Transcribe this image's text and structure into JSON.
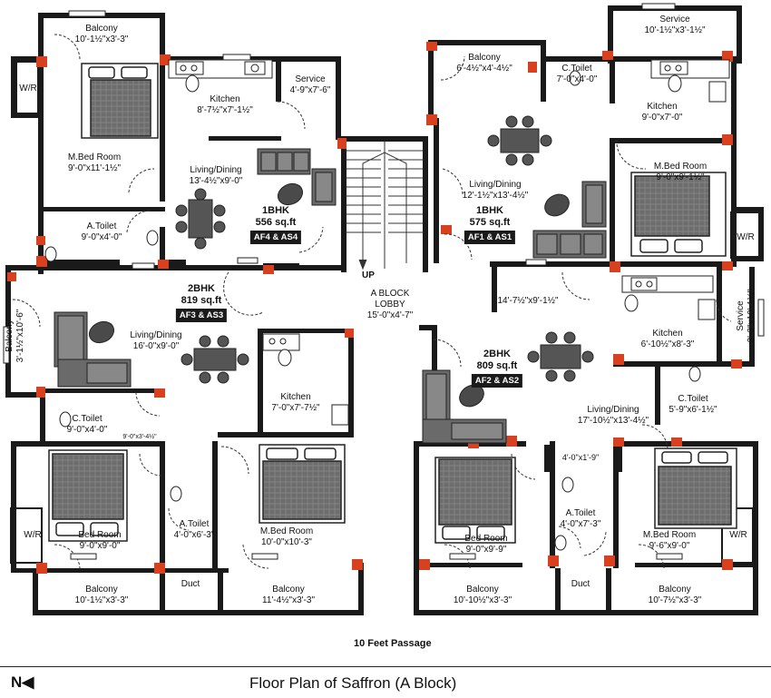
{
  "title": "Floor Plan of Saffron (A Block)",
  "north_label": "N",
  "passage": "10 Feet Passage",
  "stair_label": "UP",
  "lobby": {
    "name": "A BLOCK\nLOBBY",
    "dim": "15'-0\"x4'-7\""
  },
  "units": [
    {
      "type": "1BHK",
      "area": "556 sq.ft",
      "tag": "AF4 & AS4"
    },
    {
      "type": "1BHK",
      "area": "575 sq.ft",
      "tag": "AF1 & AS1"
    },
    {
      "type": "2BHK",
      "area": "819 sq.ft",
      "tag": "AF3 & AS3"
    },
    {
      "type": "2BHK",
      "area": "809 sq.ft",
      "tag": "AF2 & AS2"
    }
  ],
  "rooms": {
    "tl_balcony": {
      "name": "Balcony",
      "dim": "10'-1½\"x3'-3\""
    },
    "tl_kitchen": {
      "name": "Kitchen",
      "dim": "8'-7½\"x7'-1½\""
    },
    "tl_service": {
      "name": "Service",
      "dim": "4'-9\"x7'-6\""
    },
    "tl_wr": {
      "name": "W/R"
    },
    "tl_mbed": {
      "name": "M.Bed Room",
      "dim": "9'-0\"x11'-1½\""
    },
    "tl_living": {
      "name": "Living/Dining",
      "dim": "13'-4½\"x9'-0\""
    },
    "tl_atoilet": {
      "name": "A.Toilet",
      "dim": "9'-0\"x4'-0\""
    },
    "tr_balcony": {
      "name": "Balcony",
      "dim": "6'-4½\"x4'-4½\""
    },
    "tr_ctoilet": {
      "name": "C.Toilet",
      "dim": "7'-0\"x4'-0\""
    },
    "tr_service": {
      "name": "Service",
      "dim": "10'-1½\"x3'-1½\""
    },
    "tr_kitchen": {
      "name": "Kitchen",
      "dim": "9'-0\"x7'-0\""
    },
    "tr_living": {
      "name": "Living/Dining",
      "dim": "12'-1½\"x13'-4½\""
    },
    "tr_mbed": {
      "name": "M.Bed Room",
      "dim": "9'-0\"x9'-1½\""
    },
    "tr_wr": {
      "name": "W/R"
    },
    "ml_balcony": {
      "name": "Balcony",
      "dim": "3'-1½\"x10'-6\""
    },
    "ml_living": {
      "name": "Living/Dining",
      "dim": "16'-0\"x9'-0\""
    },
    "ml_kitchen": {
      "name": "Kitchen",
      "dim": "7'-0\"x7'-7½\""
    },
    "ml_ctoilet": {
      "name": "C.Toilet",
      "dim": "9'-0\"x4'-0\""
    },
    "ml_small_dim": "9'-0\"x3'-4½\"",
    "mr_lobby_dim": "14'-7½\"x9'-1½\"",
    "mr_kitchen": {
      "name": "Kitchen",
      "dim": "6'-10½\"x8'-3\""
    },
    "mr_service": {
      "name": "Service",
      "dim": "3'-3\"x10'-1½\""
    },
    "mr_ctoilet": {
      "name": "C.Toilet",
      "dim": "5'-9\"x6'-1½\""
    },
    "mr_living": {
      "name": "Living/Dining",
      "dim": "17'-10½\"x13'-4½\""
    },
    "bl_wr": {
      "name": "W/R"
    },
    "bl_bed": {
      "name": "Bed Room",
      "dim": "9'-0\"x9'-0\""
    },
    "bl_atoilet": {
      "name": "A.Toilet",
      "dim": "4'-0\"x6'-3\""
    },
    "bl_mbed": {
      "name": "M.Bed Room",
      "dim": "10'-0\"x10'-3\""
    },
    "bl_balcony1": {
      "name": "Balcony",
      "dim": "10'-1½\"x3'-3\""
    },
    "bl_duct": {
      "name": "Duct"
    },
    "bl_balcony2": {
      "name": "Balcony",
      "dim": "11'-4½\"x3'-3\""
    },
    "br_bed": {
      "name": "Bed Room",
      "dim": "9'-0\"x9'-9\""
    },
    "br_passage_dim": "4'-0\"x1'-9\"",
    "br_atoilet": {
      "name": "A.Toilet",
      "dim": "4'-0\"x7'-3\""
    },
    "br_mbed": {
      "name": "M.Bed Room",
      "dim": "9'-6\"x9'-0\""
    },
    "br_wr": {
      "name": "W/R"
    },
    "br_balcony1": {
      "name": "Balcony",
      "dim": "10'-10½\"x3'-3\""
    },
    "br_duct": {
      "name": "Duct"
    },
    "br_balcony2": {
      "name": "Balcony",
      "dim": "10'-7½\"x3'-3\""
    }
  },
  "colors": {
    "wall": "#1a1a1a",
    "column": "#d8411f",
    "furniture": "#5a5a5a",
    "furniture_light": "#9a9a9a",
    "tag_bg": "#1a1a1a"
  }
}
